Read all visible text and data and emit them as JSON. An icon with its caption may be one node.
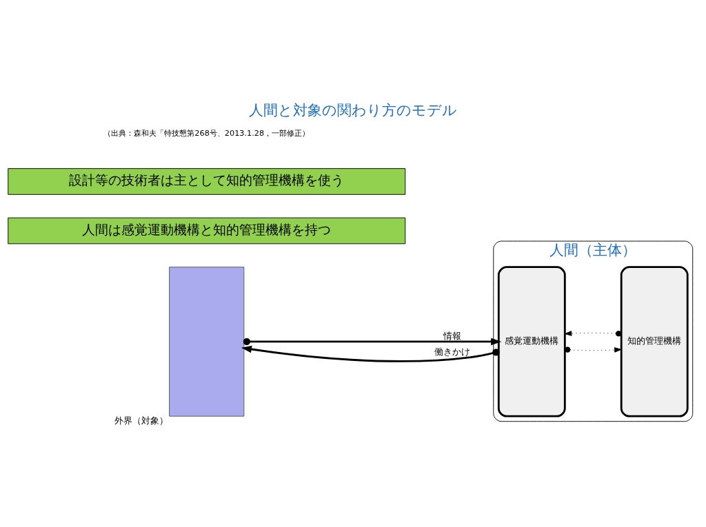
{
  "diagram": {
    "title": "人間と対象の関わり方のモデル",
    "nodes": [
      {
        "text": [
          "外界（対象）"
        ]
      },
      {
        "text": [
          "人間（主体）"
        ]
      },
      {
        "text": [
          "感覚運動機構"
        ],
        "in": 1
      },
      {
        "text": [
          "知的管理機構"
        ],
        "in": 1
      },
      {
        "text": [
          "人間は感覚運動機構と知的管理機構を持つ"
        ]
      },
      {
        "text": [
          "設計等の技術者は主として知的管理機構を使う"
        ]
      }
    ],
    "edges": [
      {
        "from": 0,
        "to": 2,
        "arrow": "to",
        "label": "情報",
        "style": "thick"
      },
      {
        "from": 2,
        "to": 0,
        "arrow": "to",
        "label": "働きかけ",
        "style": "thick"
      },
      {
        "from": 2,
        "to": 3,
        "arrow": "to",
        "style": "dashed"
      },
      {
        "from": 3,
        "to": 2,
        "arrow": "to",
        "style": "dashed"
      }
    ],
    "labels": [
      "（出典：森和夫「特技懇第268号、2013.1.28，一部修正）"
    ]
  }
}
